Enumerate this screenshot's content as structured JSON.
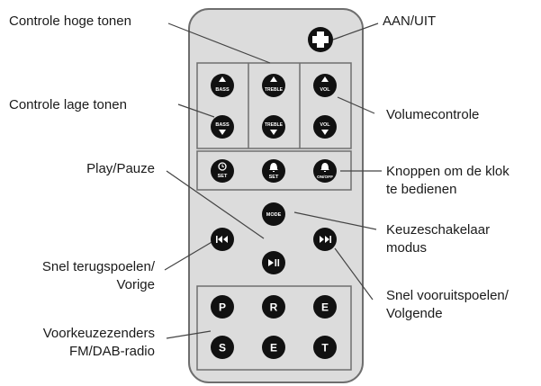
{
  "labels": {
    "controle_hoge_tonen": "Controle hoge tonen",
    "aan_uit": "AAN/UIT",
    "controle_lage_tonen": "Controle lage tonen",
    "volumecontrole": "Volumecontrole",
    "play_pauze": "Play/Pauze",
    "klok_line1": "Knoppen om de klok",
    "klok_line2": "te bedienen",
    "modus_line1": "Keuzeschakelaar",
    "modus_line2": "modus",
    "terug_line1": "Snel terugspoelen/",
    "terug_line2": "Vorige",
    "vooruit_line1": "Snel vooruitspoelen/",
    "vooruit_line2": "Volgende",
    "presets_line1": "Voorkeuzezenders",
    "presets_line2": "FM/DAB-radio"
  },
  "buttons": {
    "bass_up": "BASS",
    "bass_down": "BASS",
    "treble_up": "TREBLE",
    "treble_down": "TREBLE",
    "vol_up": "VOL",
    "vol_down": "VOL",
    "clock_set": "SET",
    "alarm_set": "SET",
    "alarm_onoff": "ON/OFF",
    "mode": "MODE",
    "preset_1": "P",
    "preset_2": "R",
    "preset_3": "E",
    "preset_4": "S",
    "preset_5": "E",
    "preset_6": "T"
  },
  "colors": {
    "remote_body": "#dcdcdc",
    "remote_edge": "#6e6e6e",
    "button": "#111111",
    "button_text": "#ffffff",
    "leader": "#444444"
  },
  "icons": {
    "power": "plus-cross-icon",
    "up": "triangle-up-icon",
    "down": "triangle-down-icon",
    "clock": "clock-icon",
    "bell": "bell-icon",
    "prev": "skip-back-icon",
    "next": "skip-forward-icon",
    "playpause": "play-pause-icon"
  }
}
